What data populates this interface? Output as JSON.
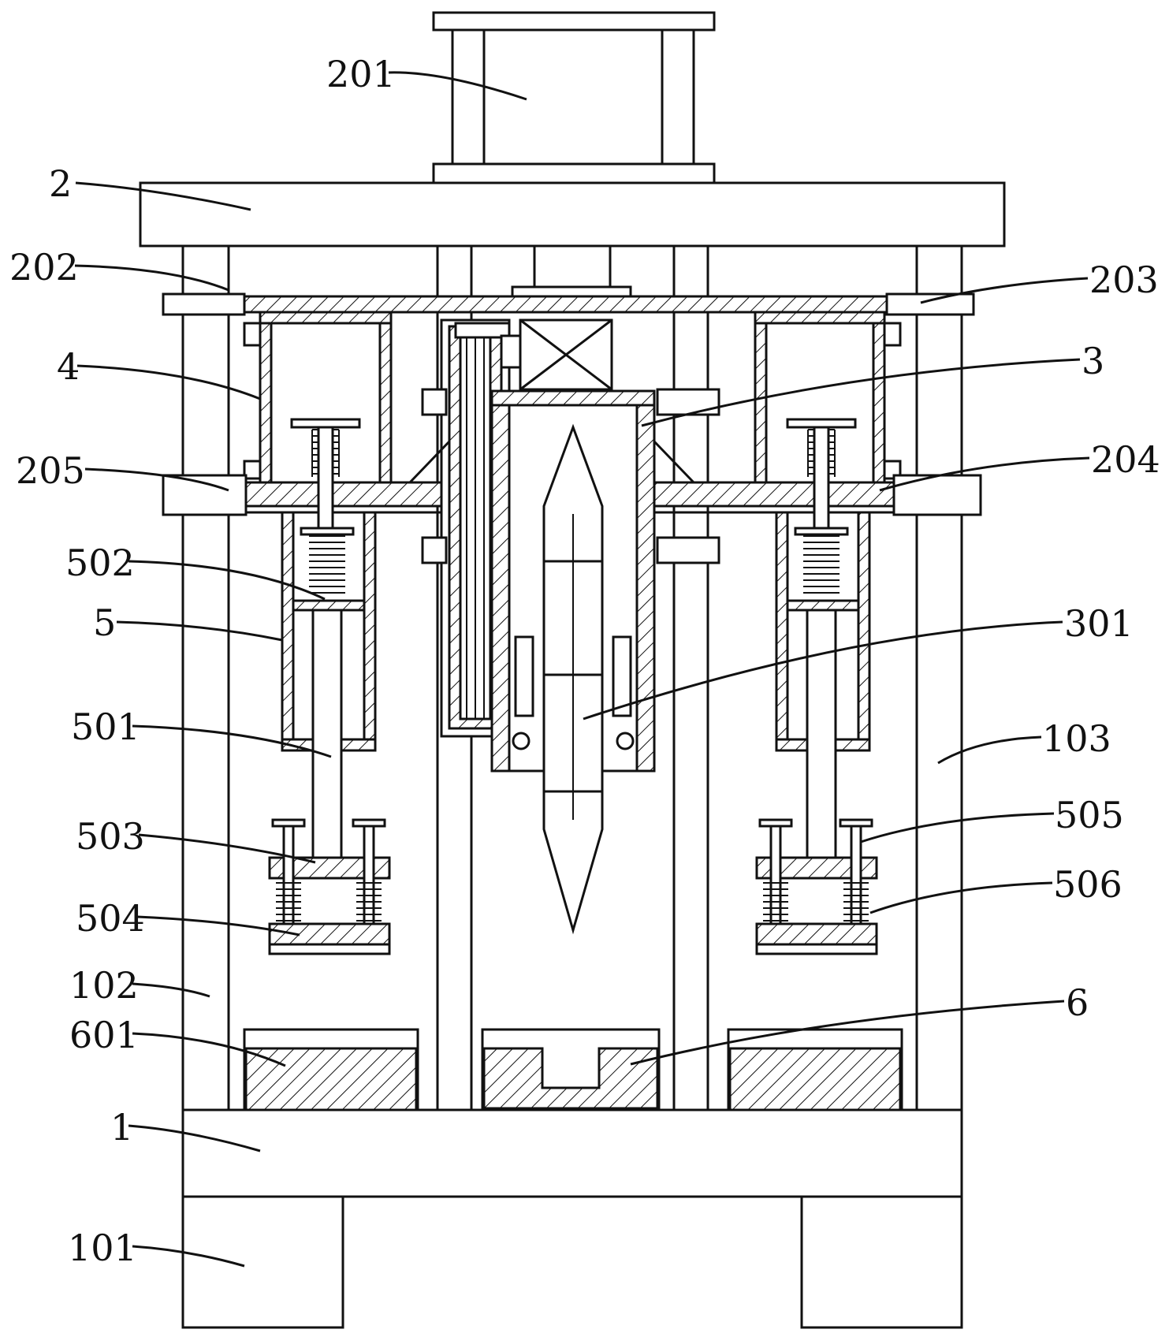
{
  "figure": {
    "type": "mechanical cross-section drawing"
  },
  "labels": {
    "l201": "201",
    "l2": "2",
    "l202": "202",
    "l203": "203",
    "l3": "3",
    "l4": "4",
    "l204": "204",
    "l205": "205",
    "l502": "502",
    "l5": "5",
    "l301": "301",
    "l501": "501",
    "l103": "103",
    "l503": "503",
    "l505": "505",
    "l506": "506",
    "l504": "504",
    "l102": "102",
    "l6": "6",
    "l601": "601",
    "l1": "1",
    "l101": "101"
  },
  "colors": {
    "line": "#111111",
    "background": "#ffffff"
  }
}
